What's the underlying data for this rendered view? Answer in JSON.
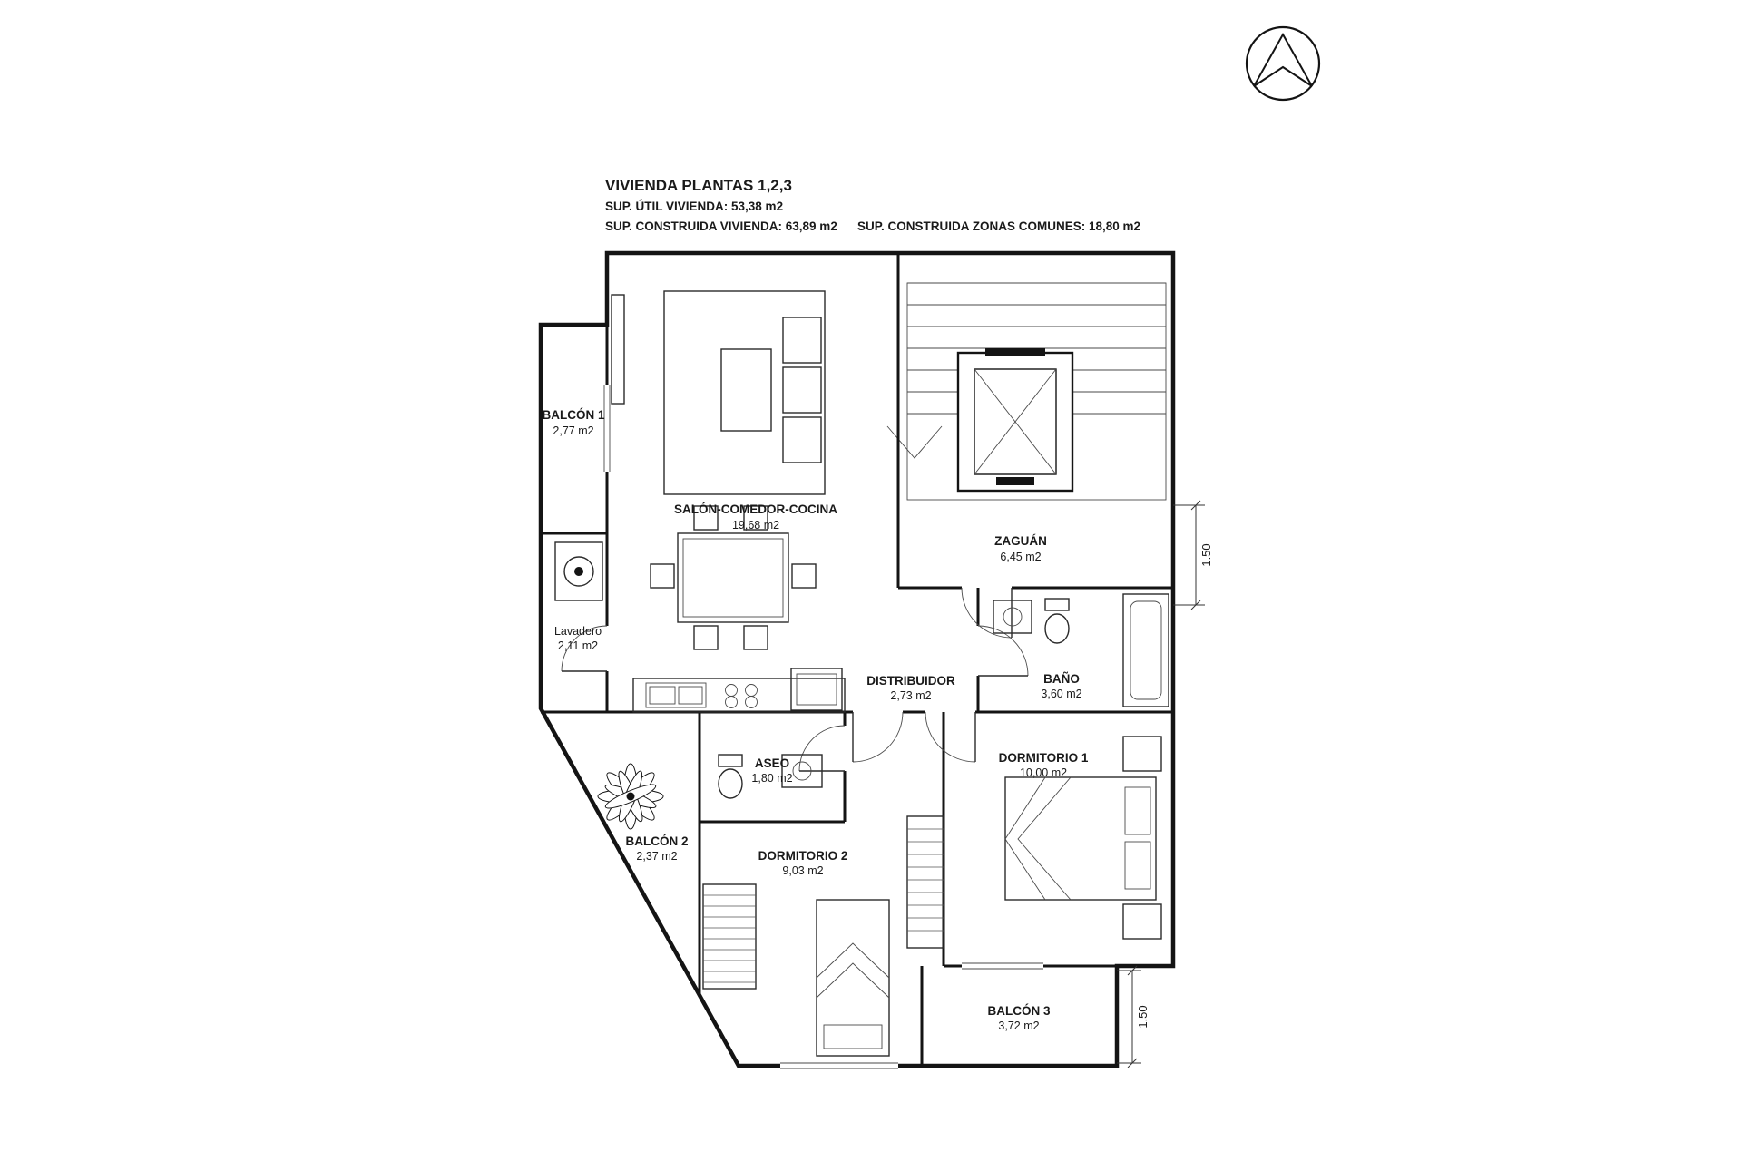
{
  "header": {
    "title": "VIVIENDA PLANTAS 1,2,3",
    "line1": "SUP. ÚTIL VIVIENDA: 53,38 m2",
    "line2": "SUP. CONSTRUIDA VIVIENDA: 63,89 m2",
    "line3": "SUP. CONSTRUIDA ZONAS COMUNES: 18,80 m2"
  },
  "rooms": {
    "balcon1": {
      "name": "BALCÓN 1",
      "area": "2,77 m2"
    },
    "salon": {
      "name": "SALÓN-COMEDOR-COCINA",
      "area": "19,68 m2"
    },
    "zaguan": {
      "name": "ZAGUÁN",
      "area": "6,45 m2"
    },
    "lavadero": {
      "name": "Lavadero",
      "area": "2,11 m2"
    },
    "distribuidor": {
      "name": "DISTRIBUIDOR",
      "area": "2,73 m2"
    },
    "bano": {
      "name": "BAÑO",
      "area": "3,60 m2"
    },
    "aseo": {
      "name": "ASEO",
      "area": "1,80 m2"
    },
    "dormitorio1": {
      "name": "DORMITORIO 1",
      "area": "10,00 m2"
    },
    "dormitorio2": {
      "name": "DORMITORIO 2",
      "area": "9,03 m2"
    },
    "balcon2": {
      "name": "BALCÓN 2",
      "area": "2,37 m2"
    },
    "balcon3": {
      "name": "BALCÓN 3",
      "area": "3,72 m2"
    }
  },
  "dimensions": {
    "right_side": "1.50",
    "bottom_right": "1.50"
  }
}
